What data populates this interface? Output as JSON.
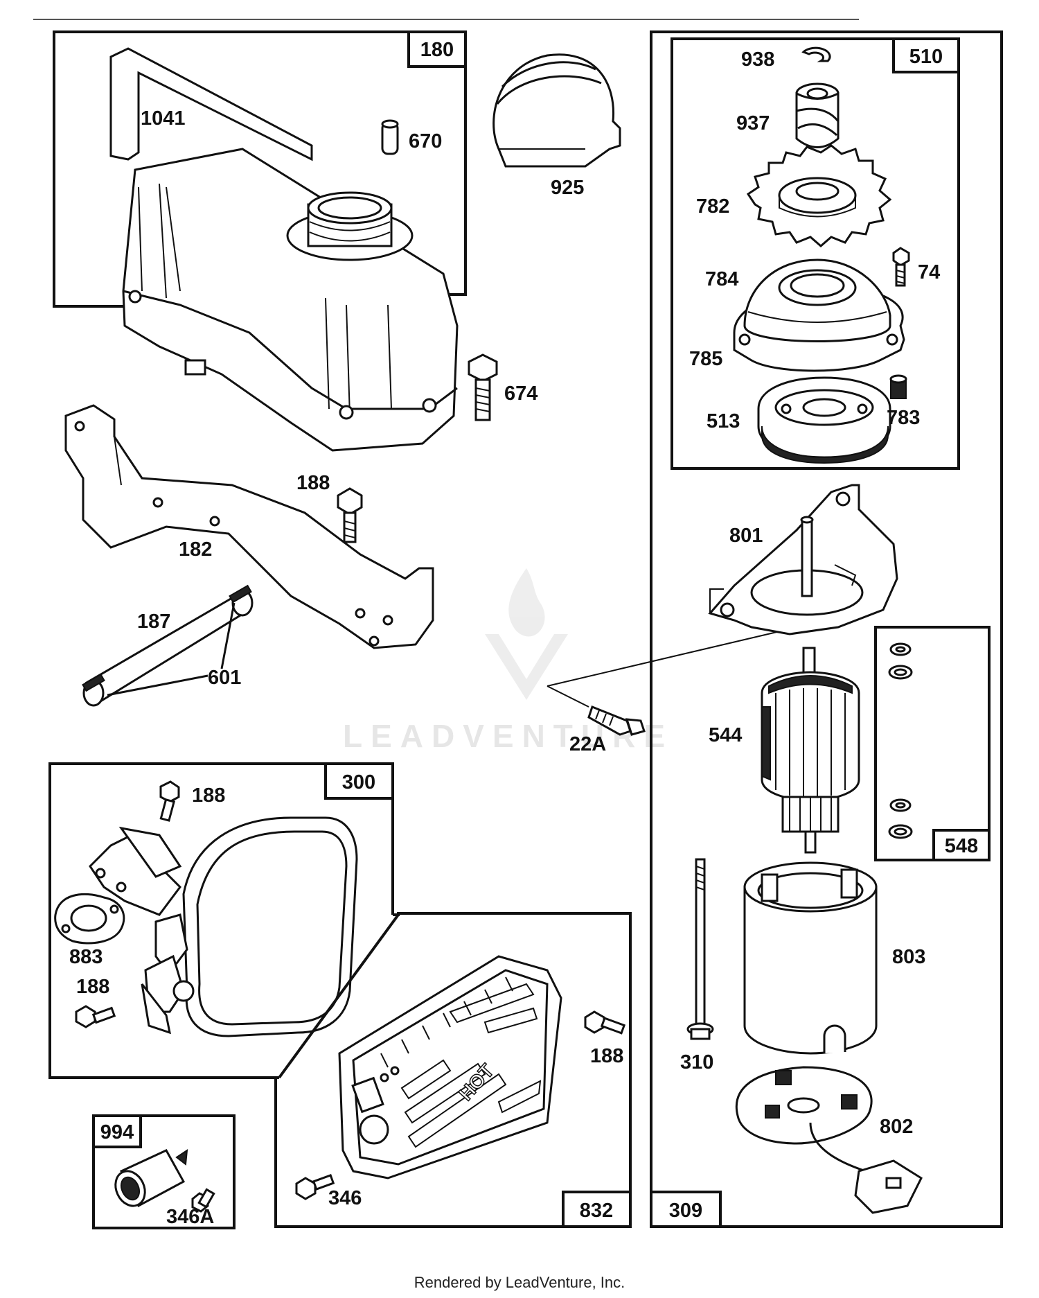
{
  "diagram": {
    "group_boxes": [
      {
        "id": "180"
      },
      {
        "id": "510"
      },
      {
        "id": "300"
      },
      {
        "id": "832"
      },
      {
        "id": "994"
      },
      {
        "id": "309"
      },
      {
        "id": "548"
      }
    ],
    "callouts": [
      "1041",
      "670",
      "925",
      "938",
      "937",
      "782",
      "74",
      "784",
      "785",
      "513",
      "783",
      "674",
      "188",
      "182",
      "187",
      "601",
      "801",
      "22A",
      "544",
      "188",
      "883",
      "188",
      "188",
      "803",
      "310",
      "802",
      "346",
      "346A"
    ],
    "embossed_text": "HOT",
    "watermark": "LEADVENTURE"
  },
  "footer": {
    "text": "Rendered by LeadVenture, Inc."
  }
}
